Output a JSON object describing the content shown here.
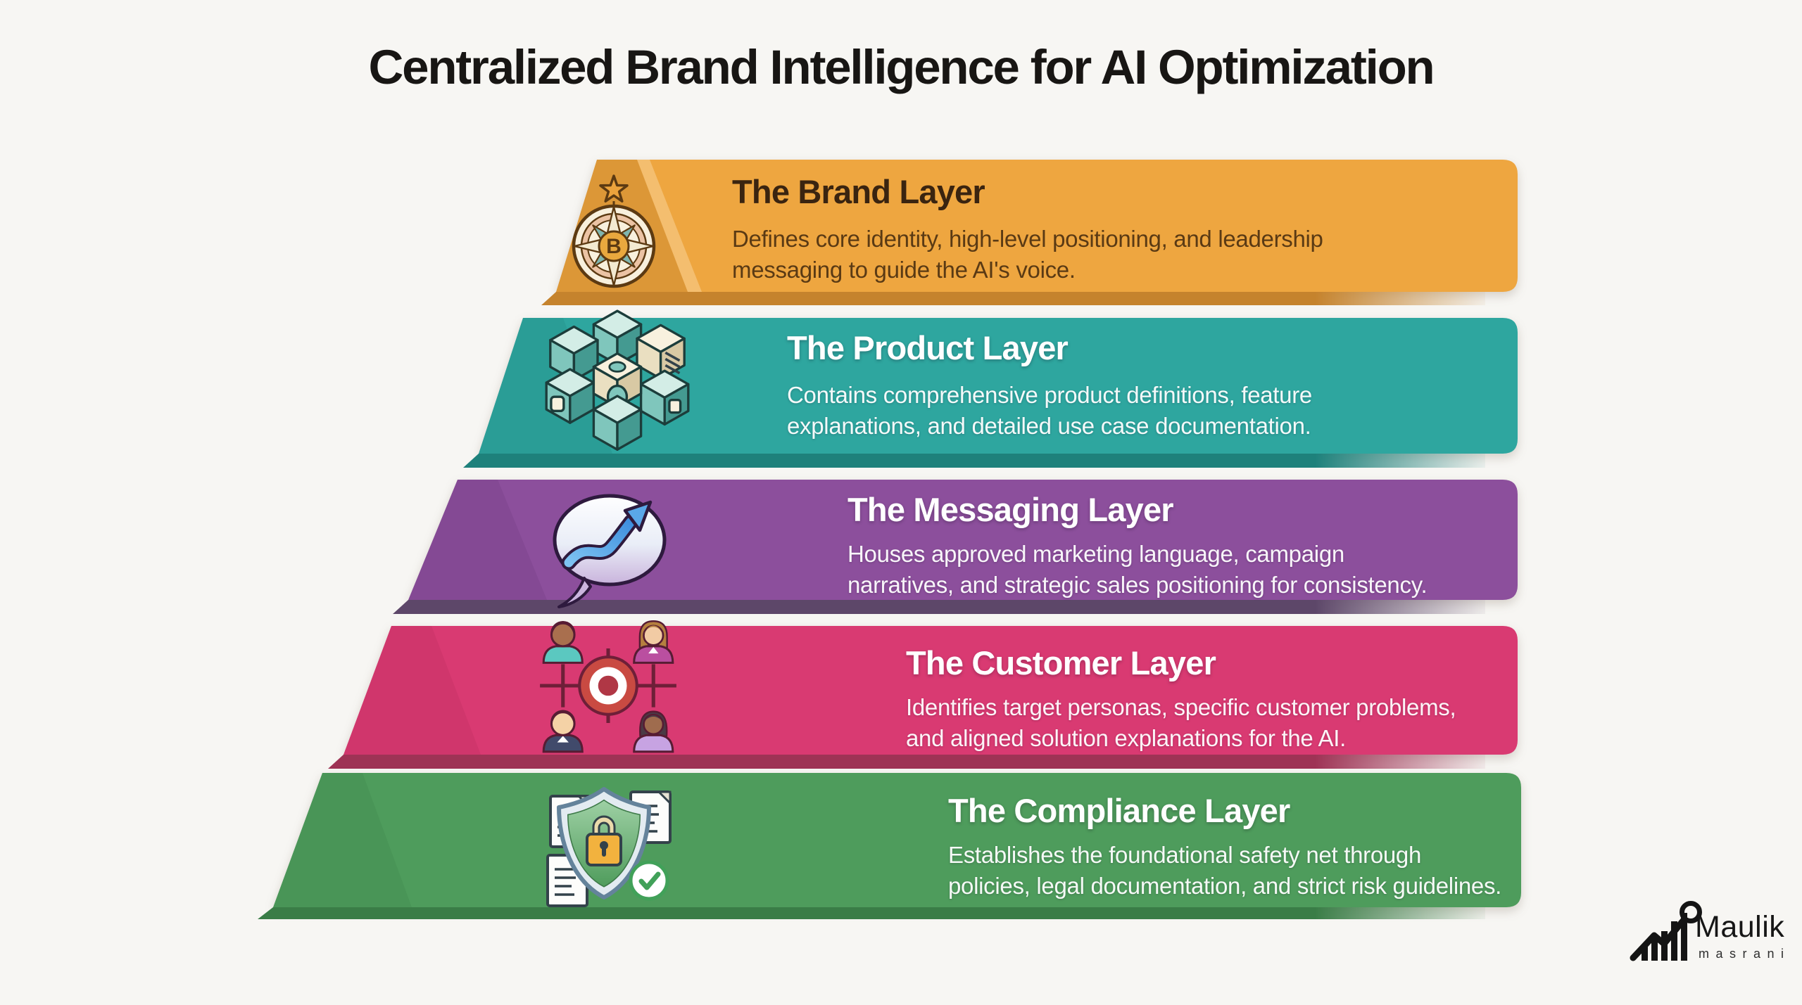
{
  "title": {
    "text": "Centralized Brand Intelligence for AI Optimization",
    "color": "#181614"
  },
  "layers": [
    {
      "name": "The Brand Layer",
      "description_line1": "Defines core identity, high-level positioning, and leadership",
      "description_line2": "messaging to guide the AI's voice.",
      "icon": "brand-compass-icon",
      "icon_letter": "B",
      "colors": {
        "face": "#EEA640",
        "lip": "#C5832D",
        "heading": "#3A2410",
        "body": "#5A3A14"
      }
    },
    {
      "name": "The Product Layer",
      "description_line1": "Contains comprehensive product definitions, feature",
      "description_line2": "explanations, and detailed use case documentation.",
      "icon": "product-cubes-icon",
      "colors": {
        "face": "#2EA69F",
        "lip": "#1E817B",
        "heading": "#FFFFFF",
        "body": "#EAF7F5"
      }
    },
    {
      "name": "The Messaging Layer",
      "description_line1": "Houses approved marketing language, campaign",
      "description_line2": "narratives, and strategic sales positioning for consistency.",
      "icon": "messaging-growth-icon",
      "colors": {
        "face": "#8C4F9C",
        "lip": "#5D4769",
        "heading": "#FFFFFF",
        "body": "#F2EAF6"
      }
    },
    {
      "name": "The Customer Layer",
      "description_line1": "Identifies target personas, specific customer problems,",
      "description_line2": "and aligned solution explanations for the AI.",
      "icon": "customer-personas-icon",
      "colors": {
        "face": "#D93A72",
        "lip": "#9E3355",
        "heading": "#FFFFFF",
        "body": "#FCE9F0"
      }
    },
    {
      "name": "The Compliance Layer",
      "description_line1": "Establishes the foundational safety net through",
      "description_line2": "policies, legal documentation, and strict risk guidelines.",
      "icon": "compliance-shield-icon",
      "colors": {
        "face": "#4E9C5C",
        "lip": "#3A7D47",
        "heading": "#FFFFFF",
        "body": "#E9F5EB"
      }
    }
  ],
  "logo": {
    "name": "Maulik",
    "subtitle": "masrani"
  }
}
